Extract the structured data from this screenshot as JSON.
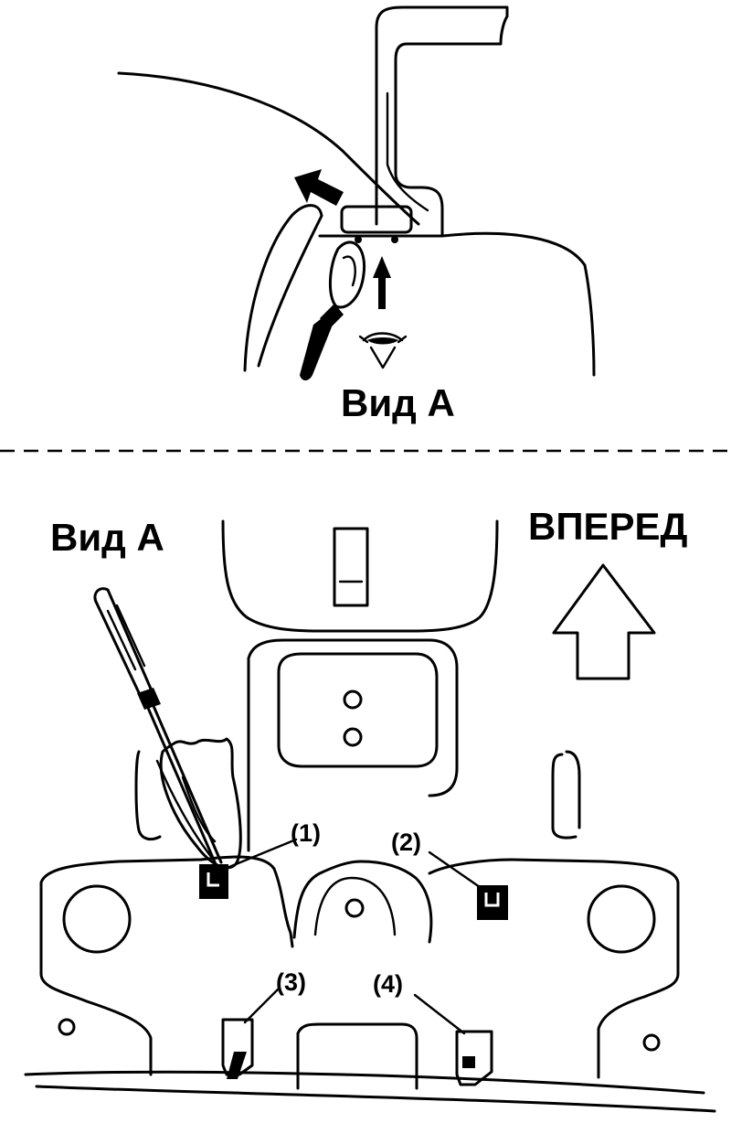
{
  "top_view": {
    "view_label": "Вид А"
  },
  "bottom_view": {
    "view_label": "Вид А",
    "direction_label": "ВПЕРЕД",
    "clips": [
      {
        "id": "clip-1",
        "label": "(1)"
      },
      {
        "id": "clip-2",
        "label": "(2)"
      },
      {
        "id": "clip-3",
        "label": "(3)"
      },
      {
        "id": "clip-4",
        "label": "(4)"
      }
    ]
  }
}
